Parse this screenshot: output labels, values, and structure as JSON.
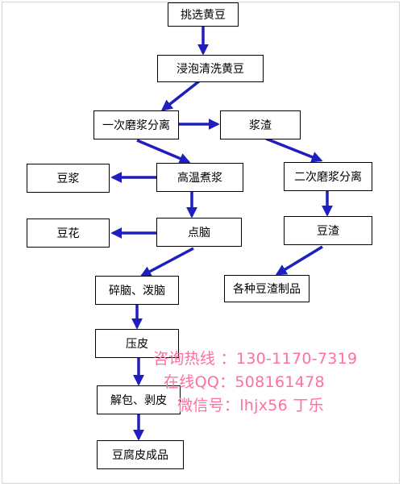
{
  "diagram": {
    "nodes": {
      "pick": "挑选黄豆",
      "soak": "浸泡清洗黄豆",
      "grind1": "一次磨浆分离",
      "dregs": "浆渣",
      "grind2": "二次磨浆分离",
      "boil": "高温煮浆",
      "soymilk": "豆浆",
      "curd_point": "点脑",
      "tofu_flower": "豆花",
      "okara": "豆渣",
      "okara_products": "各种豆渣制品",
      "break_curd": "碎脑、泼脑",
      "press": "压皮",
      "unwrap": "解包、剥皮",
      "product": "豆腐皮成品"
    },
    "arrow_color": "#1f1fbf"
  },
  "watermark": {
    "line1": "咨询热线 ：130-1170-7319",
    "line2": "在线QQ：508161478",
    "line3": "微信号：lhjx56    丁乐",
    "color": "#ff6fa0"
  }
}
